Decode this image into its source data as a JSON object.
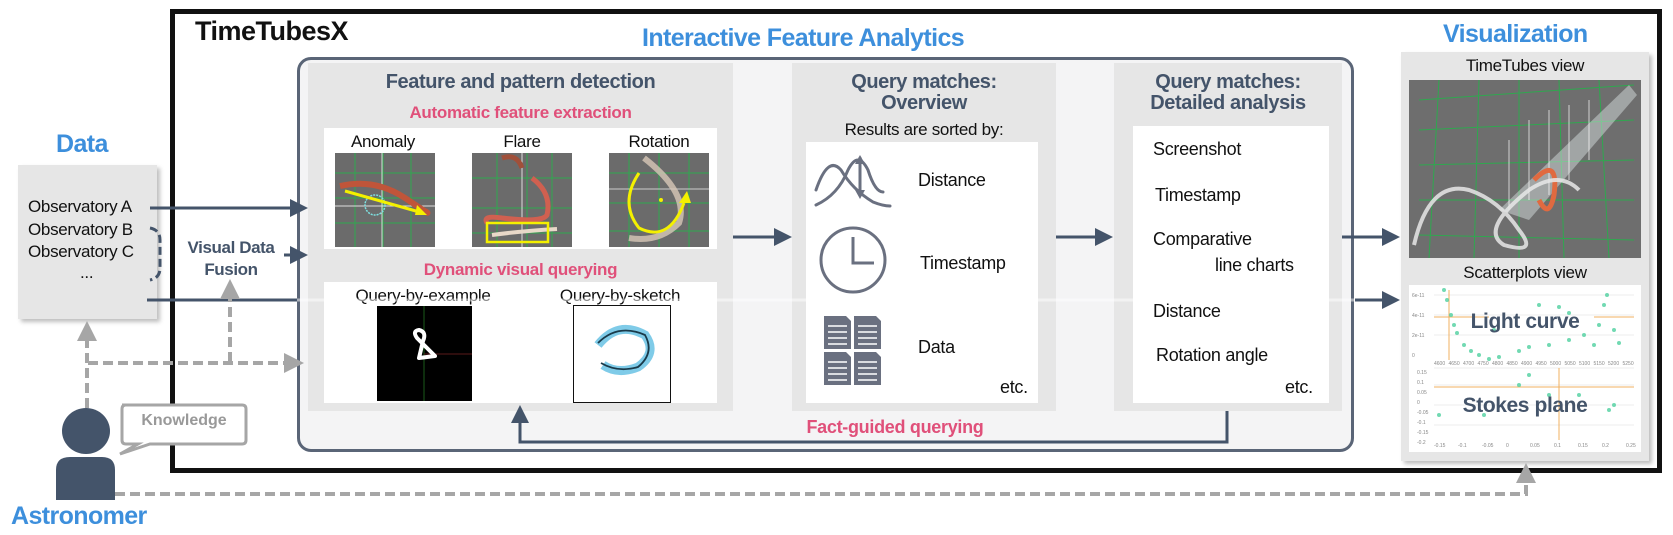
{
  "app_title": "TimeTubesX",
  "sections": {
    "data": "Data",
    "ifa": "Interactive Feature Analytics",
    "visualization": "Visualization",
    "astronomer": "Astronomer"
  },
  "data_box": {
    "items": [
      "Observatory A",
      "Observatory B",
      "Observatory C",
      "..."
    ]
  },
  "fusion_label": [
    "Visual Data",
    "Fusion"
  ],
  "knowledge": "Knowledge",
  "feature_panel": {
    "title": "Feature and pattern detection",
    "auto_title": "Automatic feature extraction",
    "auto_items": [
      "Anomaly",
      "Flare",
      "Rotation"
    ],
    "dynamic_title": "Dynamic visual querying",
    "dynamic_items": [
      "Query-by-example",
      "Query-by-sketch"
    ]
  },
  "overview_panel": {
    "title": [
      "Query matches:",
      "Overview"
    ],
    "subtitle": "Results are sorted by:",
    "items": [
      {
        "label": "Distance",
        "icon": "distance-curves-icon"
      },
      {
        "label": "Timestamp",
        "icon": "clock-icon"
      },
      {
        "label": "Data",
        "icon": "documents-icon"
      }
    ],
    "etc": "etc."
  },
  "detail_panel": {
    "title": [
      "Query matches:",
      "Detailed analysis"
    ],
    "items": [
      "Screenshot",
      "Timestamp",
      "Comparative",
      "line charts",
      "Distance",
      "Rotation angle"
    ],
    "etc": "etc."
  },
  "feedback_label": "Fact-guided querying",
  "viz_panel": {
    "timetubes_title": "TimeTubes  view",
    "scatter_title": "Scatterplots  view",
    "light_curve": "Light curve",
    "stokes": "Stokes plane",
    "lc_xticks": [
      "4600",
      "4650",
      "4700",
      "4750",
      "4800",
      "4850",
      "4900",
      "4950",
      "5000",
      "5050",
      "5100",
      "5150",
      "5200",
      "5250"
    ],
    "lc_yticks": [
      "6e-11",
      "4e-11",
      "2e-11",
      "0"
    ],
    "st_xticks": [
      "-0.15",
      "-0.1",
      "-0.05",
      "0",
      "0.05",
      "0.1",
      "0.15",
      "0.2",
      "0.25"
    ],
    "st_yticks": [
      "0.15",
      "0.1",
      "0.05",
      "0",
      "-0.05",
      "-0.1",
      "-0.15",
      "-0.2"
    ]
  },
  "colors": {
    "accent_blue": "#3d8fdc",
    "accent_pink": "#e0507a",
    "slate": "#44546a",
    "dashed_gray": "#a6a6a6"
  }
}
